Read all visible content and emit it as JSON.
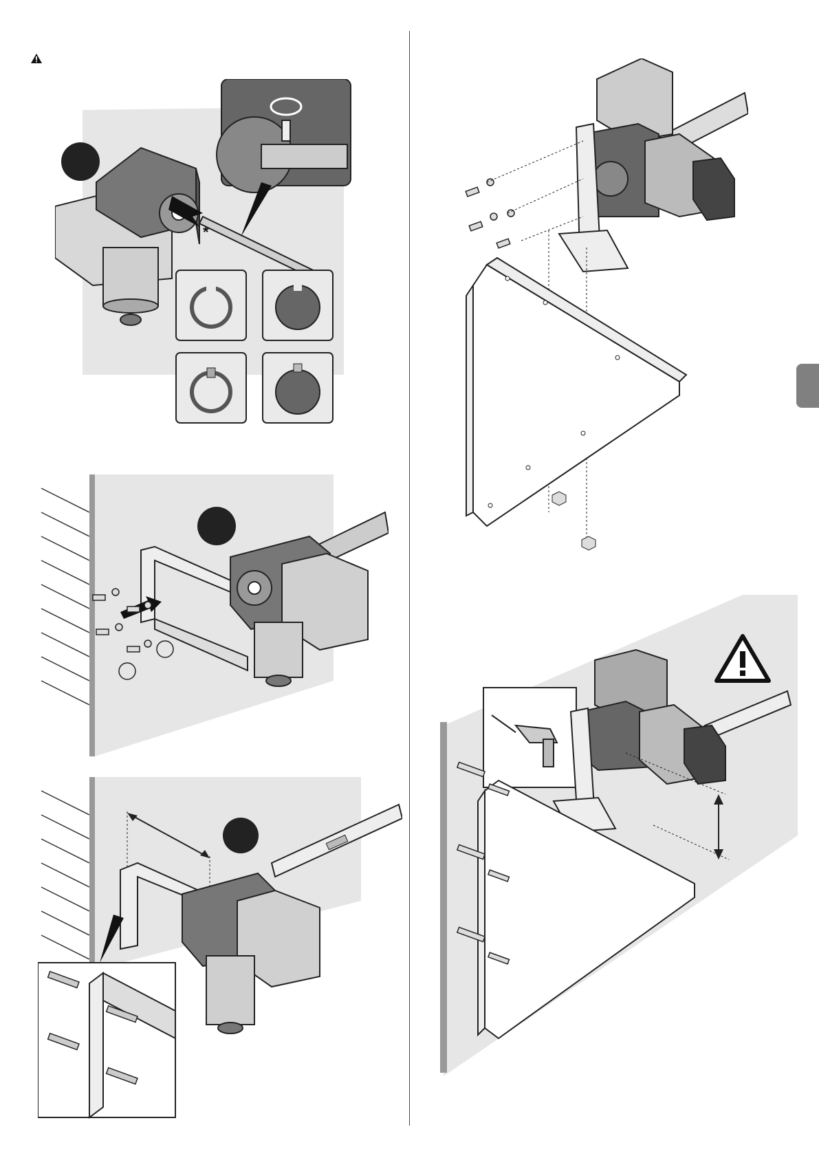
{
  "page": {
    "warning_icon": "warning-triangle-icon",
    "tab_color": "#808080"
  },
  "figures": [
    {
      "id": "fig-1",
      "label": "",
      "icons": [
        "gearmotor",
        "drive-shaft",
        "set-screw-detail",
        "shaft-key-profiles"
      ],
      "annotation": "*"
    },
    {
      "id": "fig-2",
      "label": "",
      "icons": [
        "wall-bracket",
        "gearmotor",
        "screws-washers"
      ]
    },
    {
      "id": "fig-3",
      "label": "",
      "icons": [
        "wall-bracket",
        "spirit-level",
        "wall-plug-detail"
      ]
    },
    {
      "id": "fig-4",
      "label": "",
      "icons": [
        "gearmotor",
        "plate-bracket",
        "bolts-nuts"
      ]
    },
    {
      "id": "fig-5",
      "label": "",
      "icons": [
        "drill-detail",
        "plate-on-wall",
        "warning-triangle",
        "height-dimension"
      ]
    }
  ]
}
